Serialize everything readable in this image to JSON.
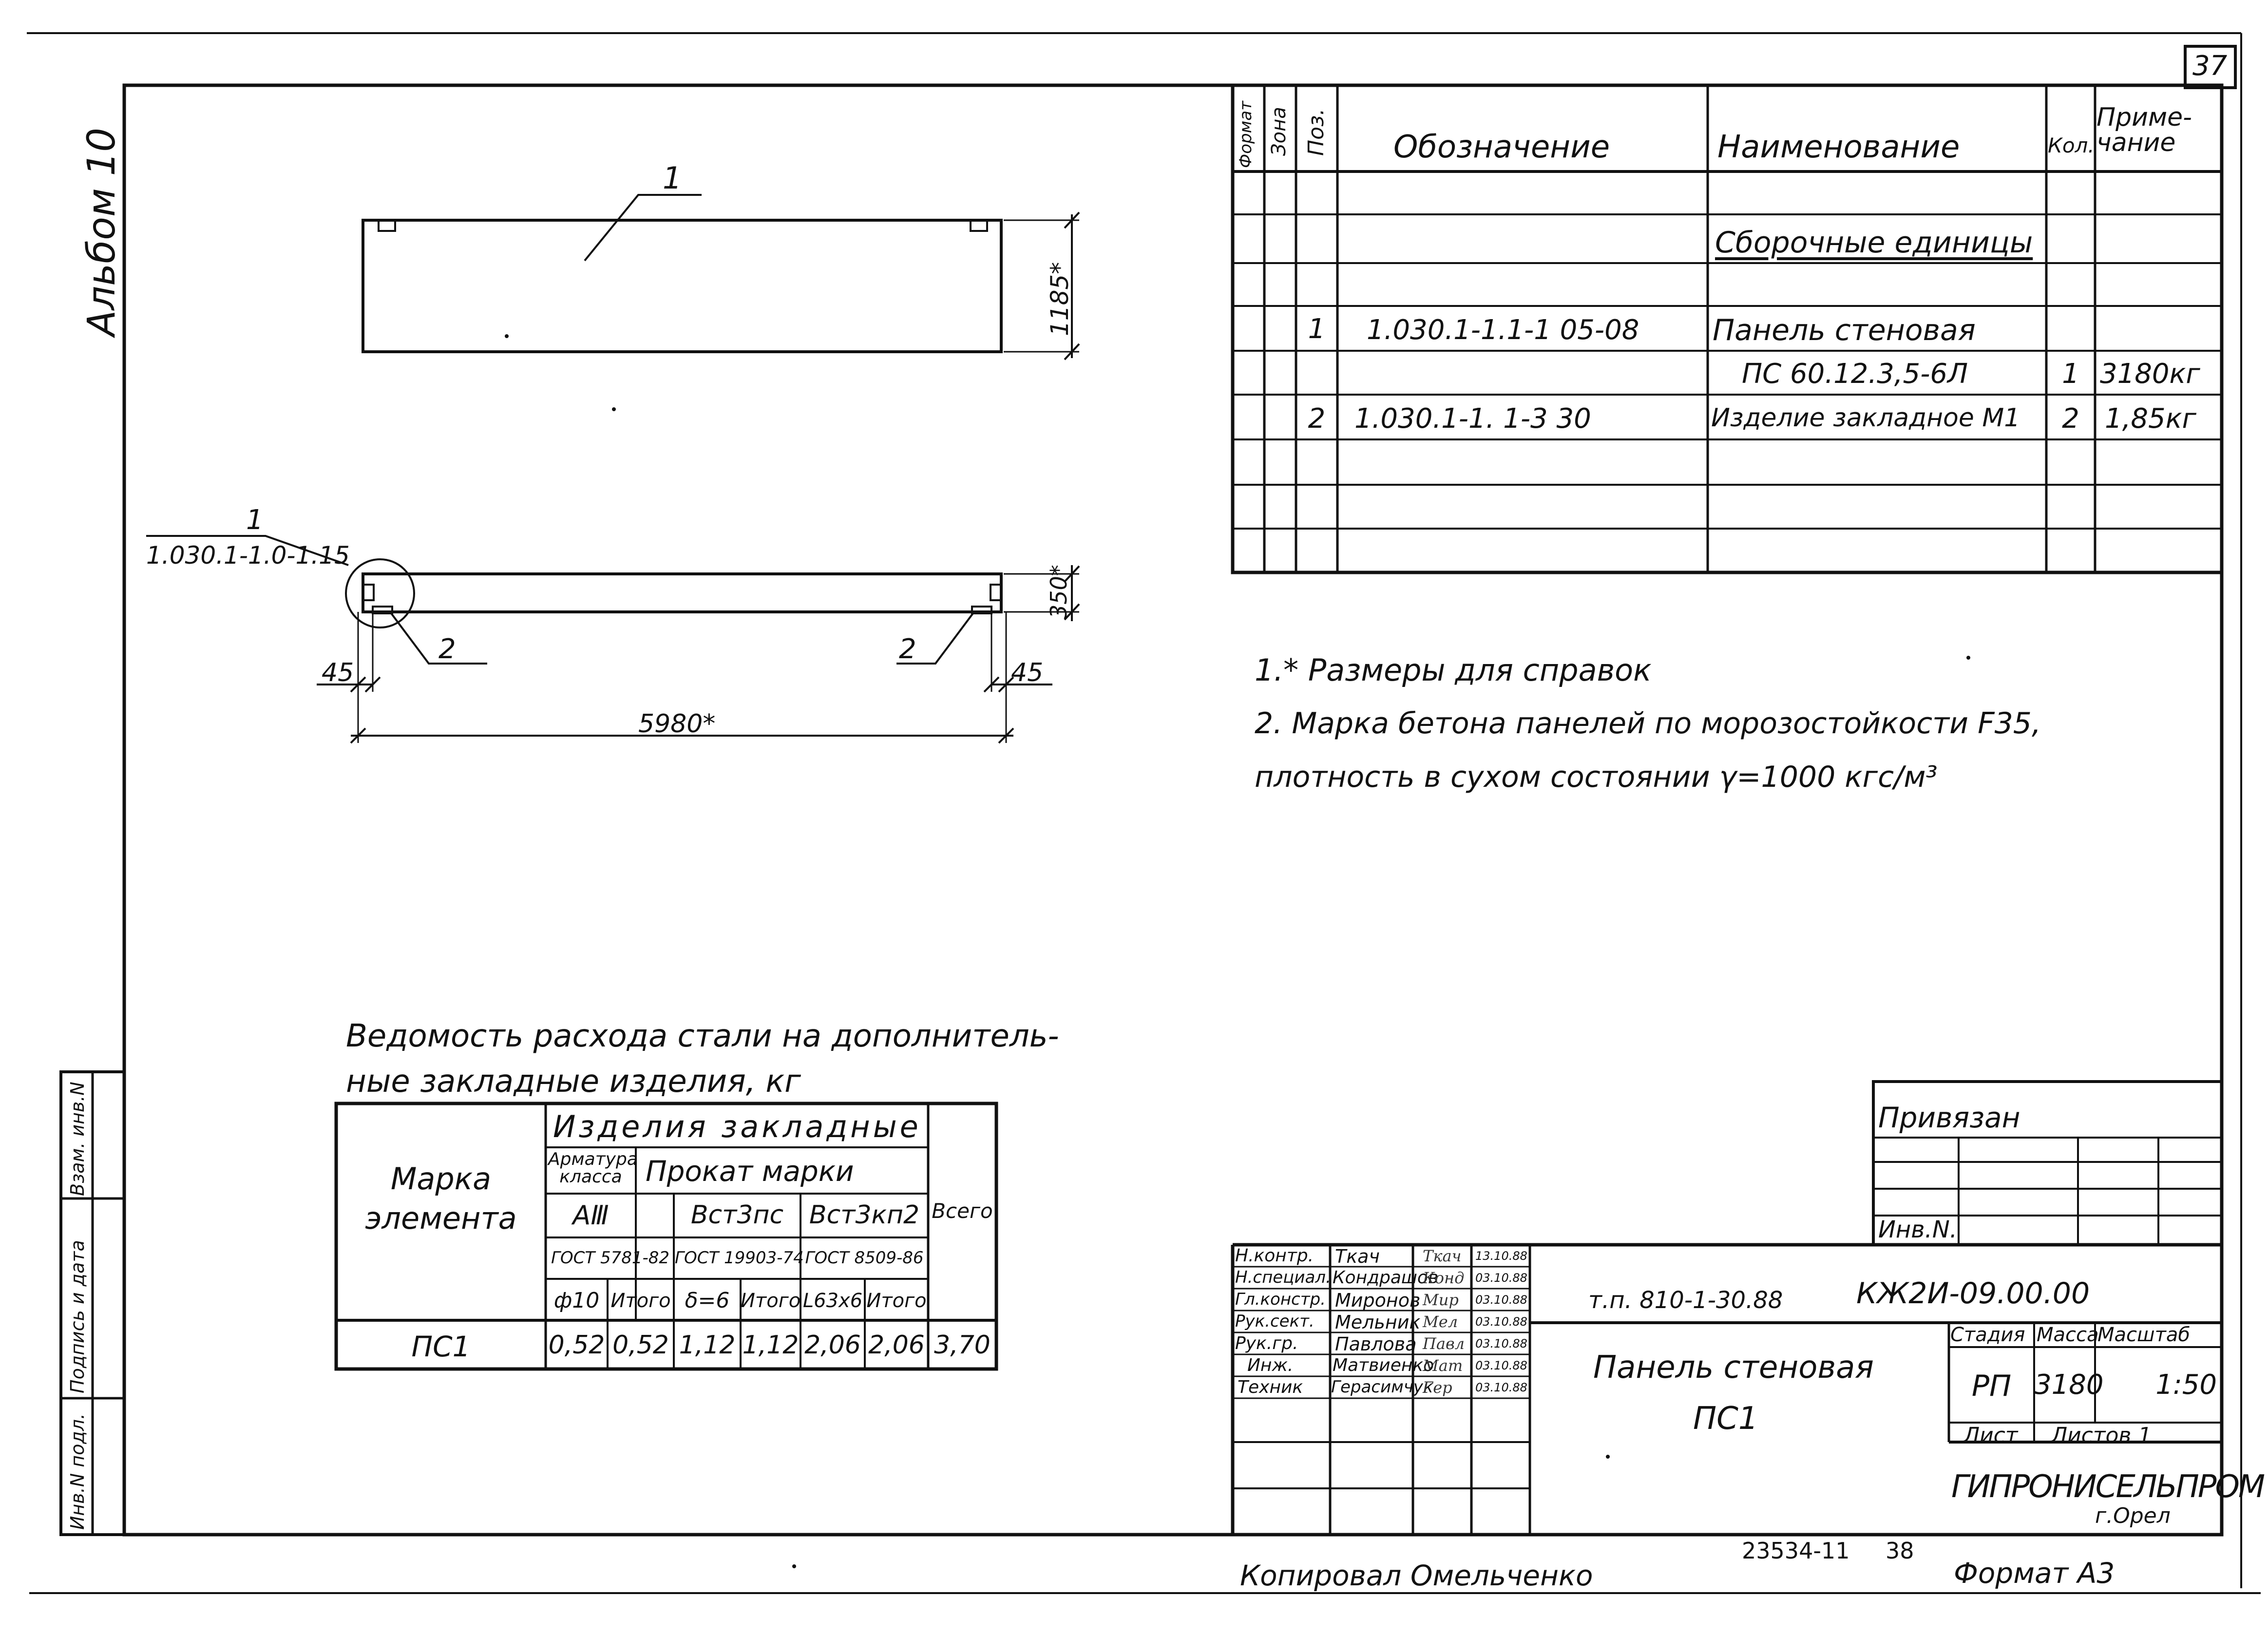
{
  "sheet_number": "37",
  "album_label": "Альбом 10",
  "drawing": {
    "pos1_label": "1",
    "height_dim": "1185*",
    "callout_num": "1",
    "callout_ref": "1.030.1-1.0-1.15",
    "thickness_dim": "350*",
    "pos2_left": "2",
    "pos2_right": "2",
    "dim_45_left": "45",
    "dim_45_right": "45",
    "length_dim": "5980*"
  },
  "spec_table": {
    "headers": {
      "format": "Формат",
      "zone": "Зона",
      "pos": "Поз.",
      "designation": "Обозначение",
      "name": "Наименование",
      "qty": "Кол.",
      "note": "Приме-\nчание"
    },
    "section_title": "Сборочные единицы",
    "rows": [
      {
        "pos": "1",
        "designation": "1.030.1-1.1-1 05-08",
        "name": "Панель стеновая",
        "qty": "",
        "note": ""
      },
      {
        "pos": "",
        "designation": "",
        "name": "ПС 60.12.3,5-6Л",
        "qty": "1",
        "note": "3180кг"
      },
      {
        "pos": "2",
        "designation": "1.030.1-1. 1-3 30",
        "name": "Изделие закладное М1",
        "qty": "2",
        "note": "1,85кг"
      }
    ]
  },
  "notes": [
    "1.* Размеры для справок",
    "2. Марка бетона панелей по морозостойкости F35,",
    "плотность в сухом состоянии γ=1000 кгс/м³"
  ],
  "steel_table": {
    "title_line1": "Ведомость расхода стали на дополнитель-",
    "title_line2": "ные закладные изделия, кг",
    "mark_header": "Марка\nэлемента",
    "embedded_header": "Изделия закладные",
    "armature_header": "Арматура\nкласса",
    "rolled_header": "Прокат марки",
    "class_aiii": "АⅢ",
    "vst3ps": "Вст3пс",
    "vst3kp2": "Вст3кп2",
    "total_header": "Всего",
    "gost1": "ГОСТ 5781-82",
    "gost2": "ГОСТ 19903-74",
    "gost3": "ГОСТ 8509-86",
    "diam": "ф10",
    "total1": "Итого",
    "thickness": "δ=6",
    "total2": "Итого",
    "angle": "L63x6",
    "total3": "Итого",
    "row": {
      "mark": "ПС1",
      "v1": "0,52",
      "v2": "0,52",
      "v3": "1,12",
      "v4": "1,12",
      "v5": "2,06",
      "v6": "2,06",
      "v7": "3,70"
    }
  },
  "left_stamp": [
    "Инв.N подл.",
    "Подпись и дата",
    "Взам. инв.N"
  ],
  "binding": {
    "title": "Привязан",
    "inv": "Инв.N."
  },
  "title_block": {
    "roles": [
      {
        "role": "Н.контр.",
        "name": "Ткач",
        "sig": "Ткач",
        "date": "13.10.88"
      },
      {
        "role": "Н.специал.",
        "name": "Кондрашов",
        "sig": "Конд",
        "date": "03.10.88"
      },
      {
        "role": "Гл.констр.",
        "name": "Миронов",
        "sig": "Мир",
        "date": "03.10.88"
      },
      {
        "role": "Рук.сект.",
        "name": "Мельник",
        "sig": "Мел",
        "date": "03.10.88"
      },
      {
        "role": "Рук.гр.",
        "name": "Павлова",
        "sig": "Павл",
        "date": "03.10.88"
      },
      {
        "role": "Инж.",
        "name": "Матвиенко",
        "sig": "Мат",
        "date": "03.10.88"
      },
      {
        "role": "Техник",
        "name": "Герасимчук",
        "sig": "Гер",
        "date": "03.10.88"
      }
    ],
    "project_code": "т.п. 810-1-30.88",
    "doc_code": "КЖ2И-09.00.00",
    "doc_name": "Панель стеновая",
    "doc_subname": "ПС1",
    "stage_label": "Стадия",
    "mass_label": "Масса",
    "scale_label": "Масштаб",
    "stage": "РП",
    "mass": "3180",
    "scale": "1:50",
    "sheet_label": "Лист",
    "sheets_label": "Листов 1",
    "org": "ГИПРОНИСЕЛЬПРОМ",
    "city": "г.Орел"
  },
  "footer": {
    "archive": "23534-11",
    "archive_page": "38",
    "copied": "Копировал Омельченко",
    "format": "Формат А3"
  }
}
